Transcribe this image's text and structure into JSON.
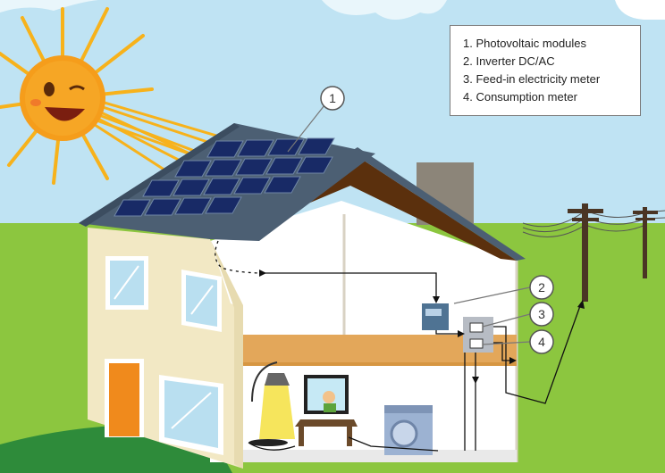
{
  "legend": {
    "items": [
      {
        "number": "1",
        "label": "1. Photovoltaic modules"
      },
      {
        "number": "2",
        "label": "2. Inverter DC/AC"
      },
      {
        "number": "3",
        "label": "3. Feed-in electricity meter"
      },
      {
        "number": "4",
        "label": "4. Consumption meter"
      }
    ]
  },
  "callouts": [
    "1",
    "2",
    "3",
    "4"
  ],
  "colors": {
    "sky": "#bfe3f3",
    "grass": "#8cc63f",
    "sun": "#f7b21b",
    "roof": "#4c5f73",
    "panel": "#182a66",
    "wall": "#f2e8c4",
    "door": "#f08a1c",
    "floor": "#e3a75a"
  }
}
